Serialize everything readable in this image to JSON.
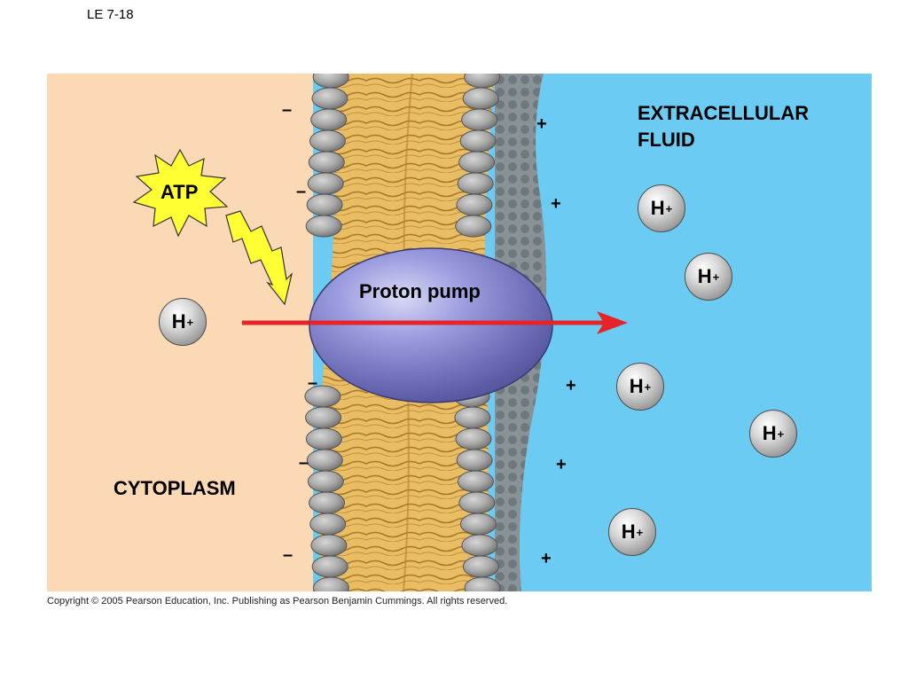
{
  "slide_label": "LE 7-18",
  "regions": {
    "cytoplasm": "CYTOPLASM",
    "extracellular_line1": "EXTRACELLULAR",
    "extracellular_line2": "FLUID"
  },
  "pump_label": "Proton pump",
  "atp_label": "ATP",
  "ion": {
    "symbol": "H",
    "charge": "+"
  },
  "charges": {
    "negative": "–",
    "positive": "+"
  },
  "copyright": "Copyright © 2005 Pearson Education, Inc. Publishing as Pearson Benjamin Cummings. All rights reserved.",
  "colors": {
    "cytoplasm": "#fbd9b5",
    "extracellular": "#6ccbf2",
    "arrow": "#e52429",
    "pump": "#8f8fd4",
    "atp_burst": "#ffff33"
  }
}
